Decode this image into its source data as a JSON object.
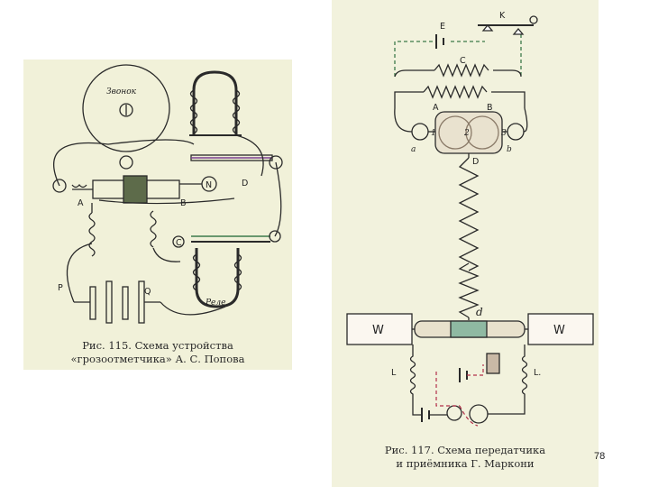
{
  "left_figure": {
    "caption_line1": "Рис. 115. Схема устройства",
    "caption_line2": "«грозоотметчика» А. С. Попова",
    "labels": {
      "bell": "Звонок",
      "relay": "Реле",
      "A": "A",
      "B": "B",
      "C": "C",
      "D": "D",
      "N": "N",
      "P": "P",
      "Q": "Q"
    }
  },
  "right_figure": {
    "caption_line1": "Рис. 117. Схема передатчика",
    "caption_line2": "и приёмника Г. Маркони",
    "labels": {
      "E": "E",
      "K": "K",
      "C": "C",
      "A": "A",
      "B": "B",
      "n1": "1",
      "n2": "2",
      "n3": "3",
      "a": "a",
      "b": "b",
      "D": "D",
      "d": "d",
      "W_left": "W",
      "W_right": "W",
      "L_left": "L",
      "L_right": "L."
    }
  },
  "slide_number": "78",
  "colors": {
    "ink": "#2a2a2a",
    "green": "#3c7a4a",
    "red": "#b2304a",
    "purple": "#7a3f8f",
    "left_bg": "#f1f1d9",
    "right_bg": "#f2f2dd"
  }
}
